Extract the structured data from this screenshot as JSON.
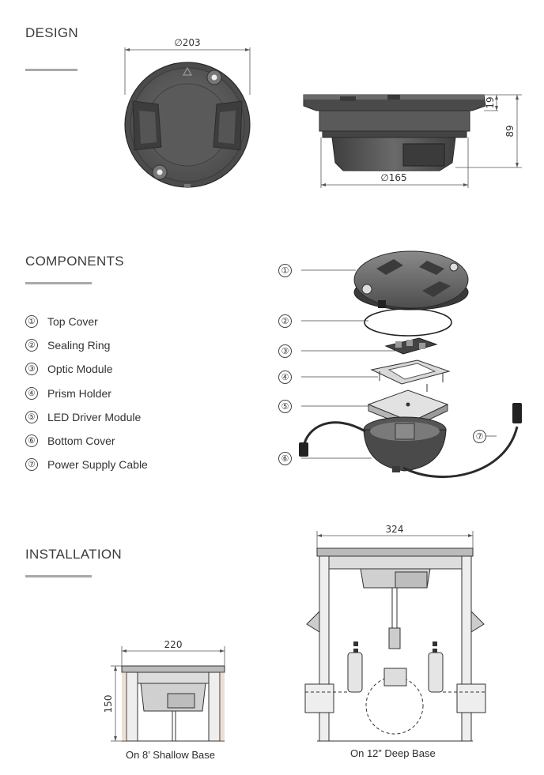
{
  "sections": {
    "design": "DESIGN",
    "components": "COMPONENTS",
    "installation": "INSTALLATION"
  },
  "design": {
    "top_view_diameter": "∅203",
    "side_view_diameter": "∅165",
    "cover_height": "19",
    "total_height": "89"
  },
  "components": [
    {
      "num": "①",
      "label": "Top Cover"
    },
    {
      "num": "②",
      "label": "Sealing Ring"
    },
    {
      "num": "③",
      "label": "Optic Module"
    },
    {
      "num": "④",
      "label": "Prism Holder"
    },
    {
      "num": "⑤",
      "label": "LED Driver Module"
    },
    {
      "num": "⑥",
      "label": "Bottom Cover"
    },
    {
      "num": "⑦",
      "label": "Power Supply Cable"
    }
  ],
  "installation": {
    "shallow_width": "220",
    "shallow_height": "150",
    "shallow_caption": "On 8’ Shallow Base",
    "deep_width": "324",
    "deep_caption": "On 12” Deep Base"
  }
}
